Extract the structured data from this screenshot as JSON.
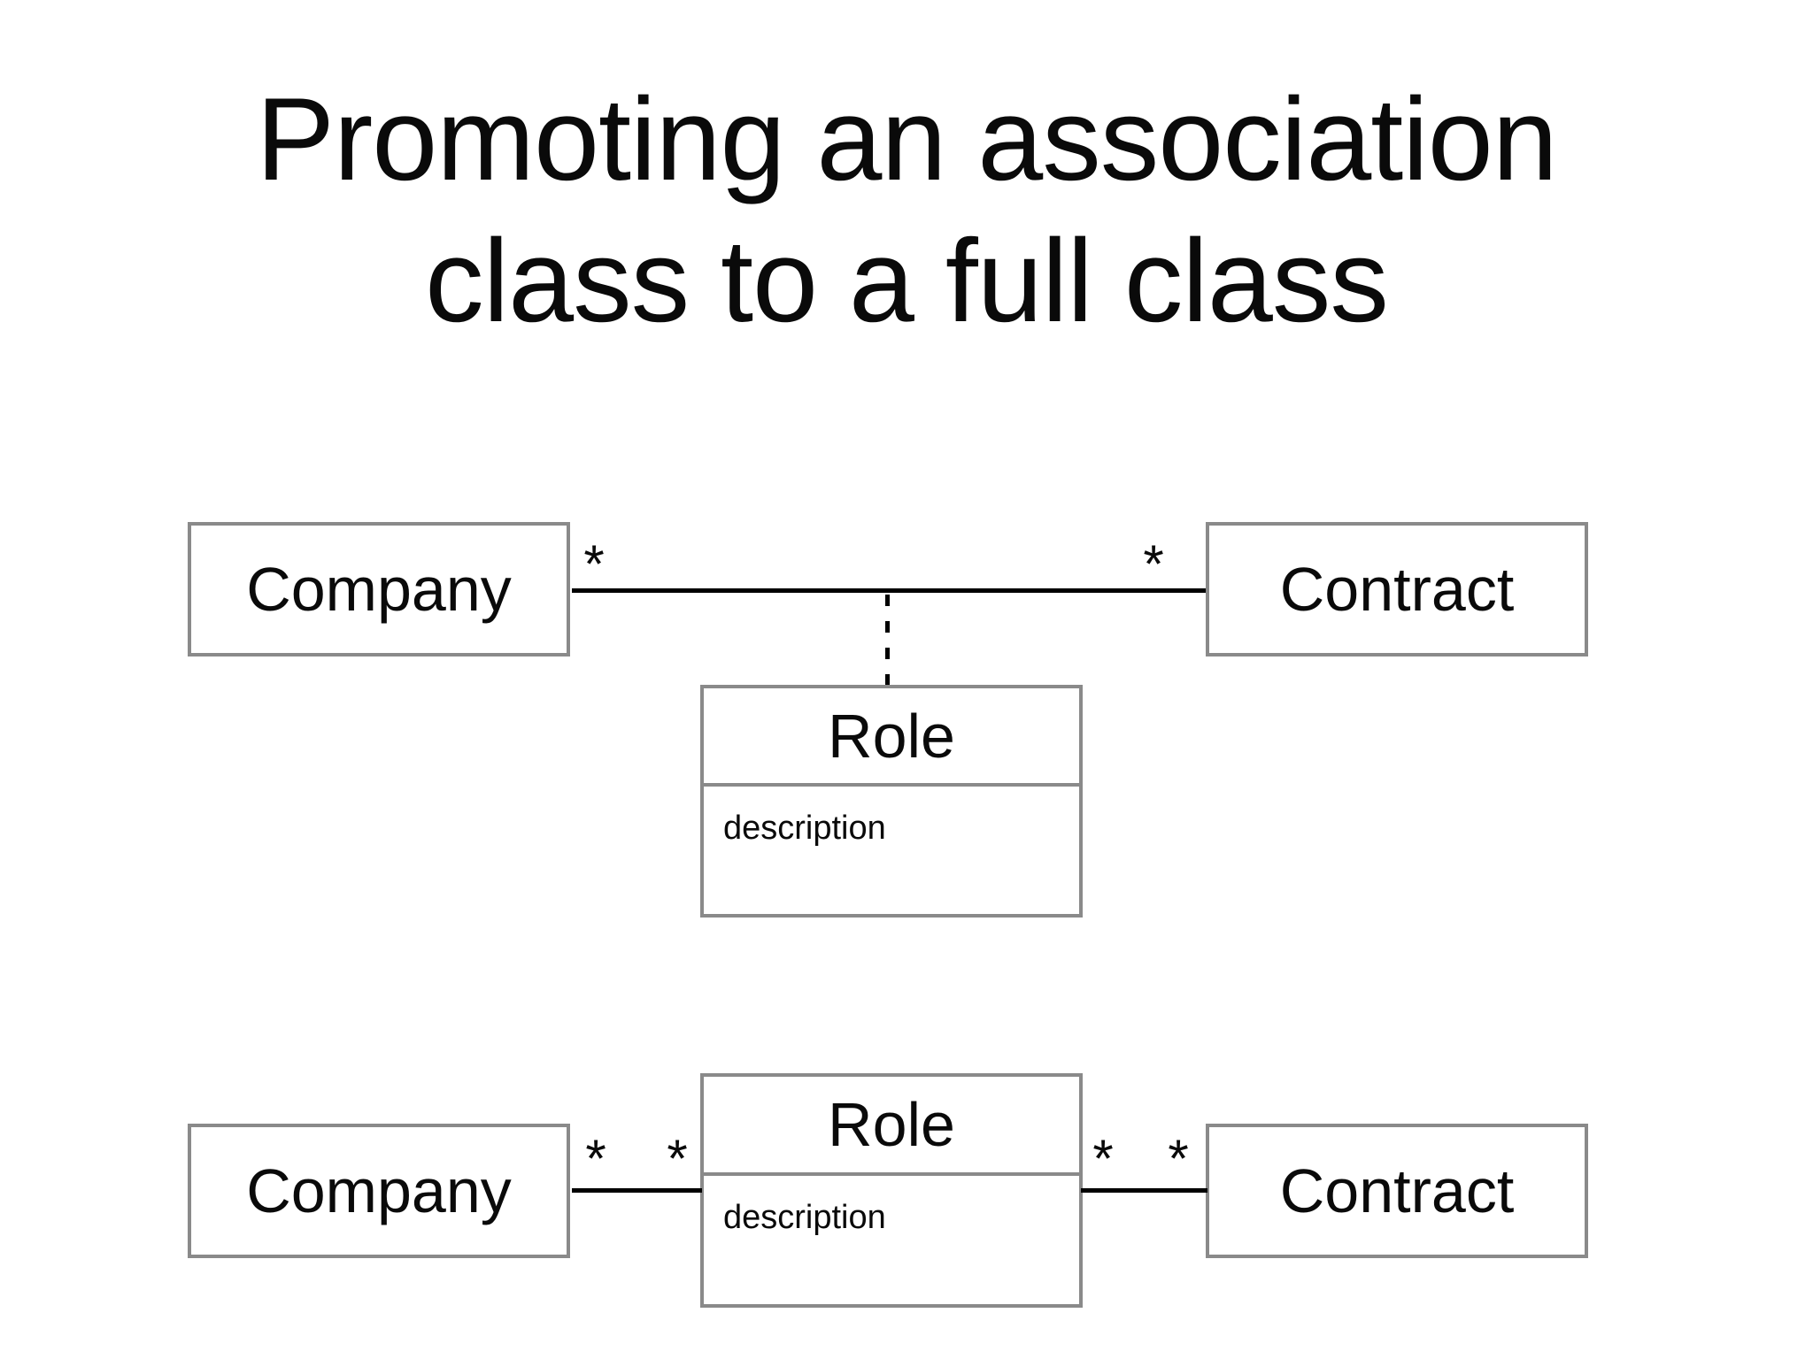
{
  "slide": {
    "title_line1": "Promoting an association",
    "title_line2": "class to a full class"
  },
  "colors": {
    "background": "#ffffff",
    "box_border": "#8a8a8a",
    "box_fill": "#ffffff",
    "connector": "#000000",
    "text": "#0a0a0a"
  },
  "before_diagram": {
    "company_label": "Company",
    "contract_label": "Contract",
    "company_end_multiplicity": "*",
    "contract_end_multiplicity": "*",
    "association_class": {
      "name": "Role",
      "attribute": "description"
    }
  },
  "after_diagram": {
    "company_label": "Company",
    "contract_label": "Contract",
    "role_class": {
      "name": "Role",
      "attribute": "description"
    },
    "company_role_multiplicities": [
      "*",
      "*"
    ],
    "role_contract_multiplicities": [
      "*",
      "*"
    ]
  }
}
